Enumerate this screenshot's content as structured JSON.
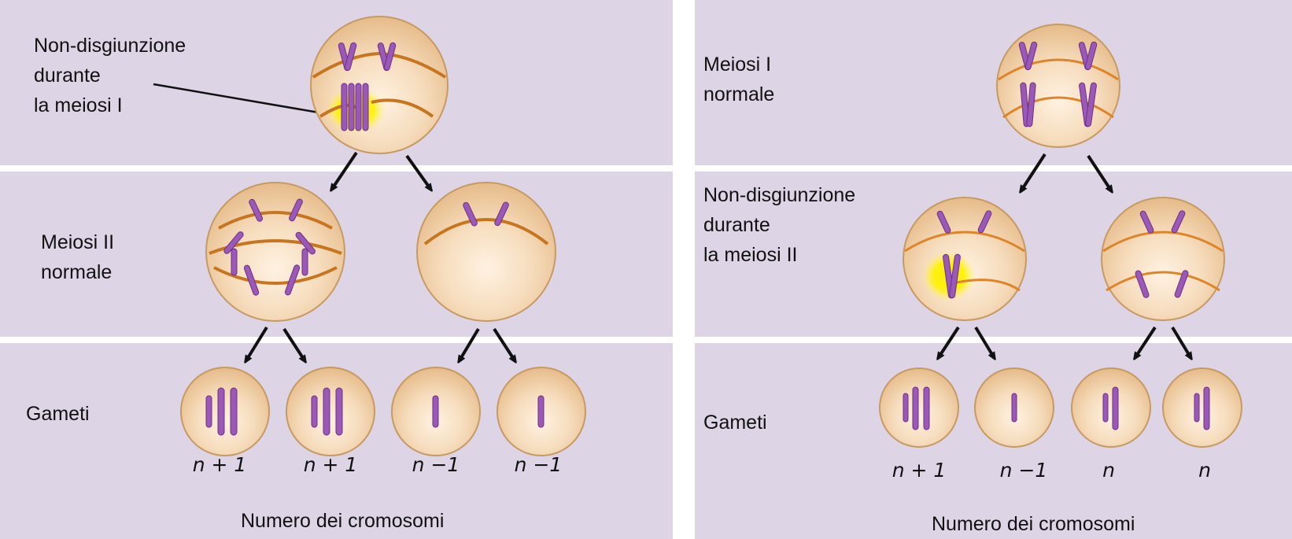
{
  "left_panel": {
    "stage1_label": "Non-disgiunzione\ndurante\nla meiosi I",
    "stage2_label": "Meiosi II\nnormale",
    "stage3_label": "Gameti",
    "counts": [
      "n + 1",
      "n + 1",
      "n −1",
      "n −1"
    ],
    "axis_label": "Numero dei cromosomi"
  },
  "right_panel": {
    "stage1_label": "Meiosi I\nnormale",
    "stage2_label": "Non-disgiunzione\ndurante\nla meiosi II",
    "stage3_label": "Gameti",
    "counts": [
      "n + 1",
      "n −1",
      "n",
      "n"
    ],
    "axis_label": "Numero dei cromosomi"
  },
  "colors": {
    "band": "#ddd4e6",
    "cell": "#f2d3ad",
    "cell_edge": "#c79a62",
    "spindle": "#c8751f",
    "chromosome": "#9b59b6",
    "highlight": "#ffe800"
  }
}
